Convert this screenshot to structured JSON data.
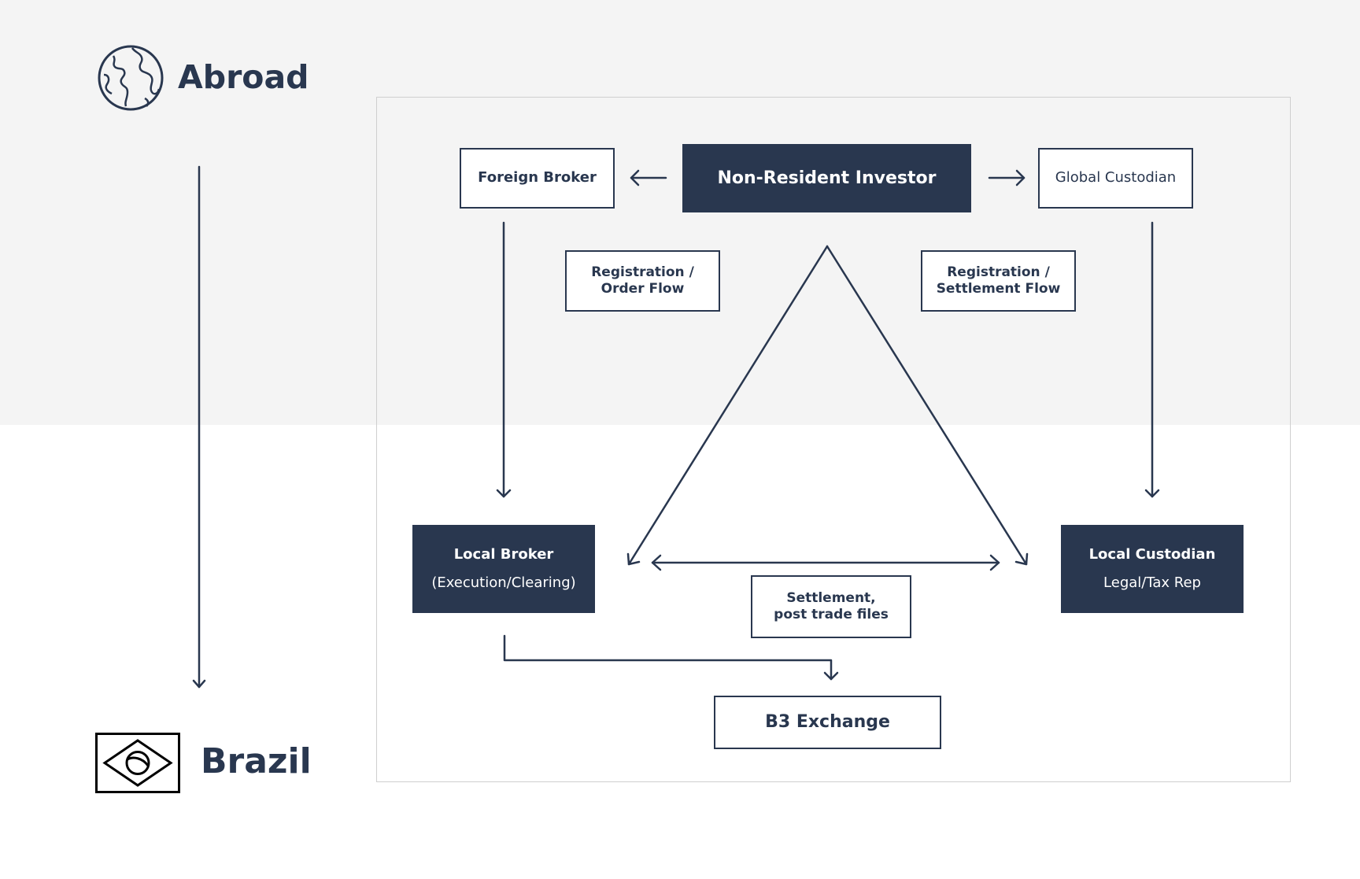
{
  "regions": {
    "abroad": "Abroad",
    "brazil": "Brazil"
  },
  "nodes": {
    "non_resident_investor": "Non-Resident Investor",
    "foreign_broker": "Foreign Broker",
    "global_custodian": "Global Custodian",
    "local_broker": {
      "title": "Local Broker",
      "subtitle": "(Execution/Clearing)"
    },
    "local_custodian": {
      "title": "Local Custodian",
      "subtitle": "Legal/Tax Rep"
    },
    "b3_exchange": "B3 Exchange"
  },
  "flow_labels": {
    "registration_order": [
      "Registration /",
      "Order Flow"
    ],
    "registration_settlement": [
      "Registration /",
      "Settlement Flow"
    ],
    "settlement_files": [
      "Settlement,",
      "post trade files"
    ]
  },
  "icons": {
    "abroad": "globe-icon",
    "brazil": "brazil-flag-icon"
  },
  "colors": {
    "navy": "#29374f",
    "band": "#f4f4f4",
    "frame": "#cfcfcf"
  }
}
